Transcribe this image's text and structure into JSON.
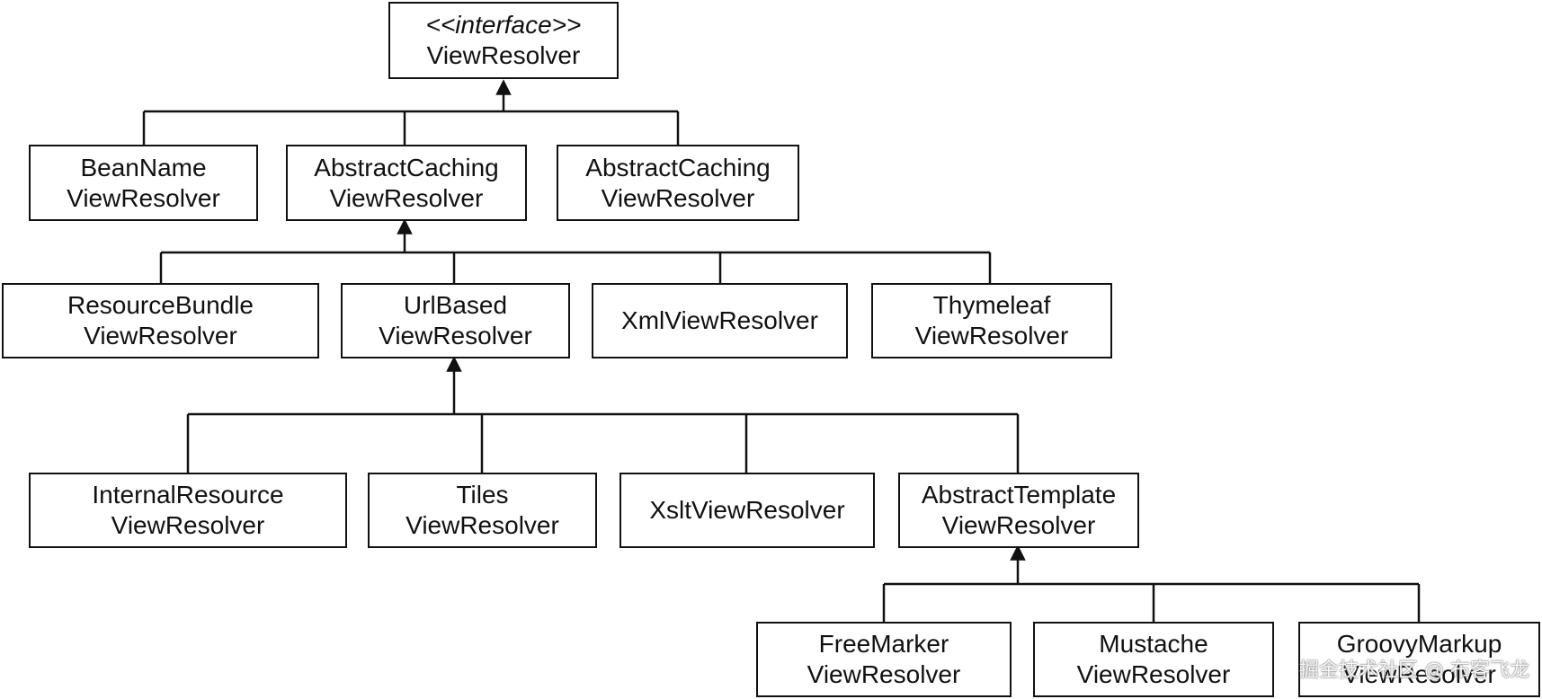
{
  "diagram": {
    "root": {
      "stereotype": "<<interface>>",
      "name": "ViewResolver"
    },
    "level2": {
      "bean_name": [
        "BeanName",
        "ViewResolver"
      ],
      "abstract_caching_1": [
        "AbstractCaching",
        "ViewResolver"
      ],
      "abstract_caching_2": [
        "AbstractCaching",
        "ViewResolver"
      ]
    },
    "level3": {
      "resource_bundle": [
        "ResourceBundle",
        "ViewResolver"
      ],
      "url_based": [
        "UrlBased",
        "ViewResolver"
      ],
      "xml": [
        "XmlViewResolver"
      ],
      "thymeleaf": [
        "Thymeleaf",
        "ViewResolver"
      ]
    },
    "level4": {
      "internal_resource": [
        "InternalResource",
        "ViewResolver"
      ],
      "tiles": [
        "Tiles",
        "ViewResolver"
      ],
      "xslt": [
        "XsltViewResolver"
      ],
      "abstract_template": [
        "AbstractTemplate",
        "ViewResolver"
      ]
    },
    "level5": {
      "freemarker": [
        "FreeMarker",
        "ViewResolver"
      ],
      "mustache": [
        "Mustache",
        "ViewResolver"
      ],
      "groovy_markup": [
        "GroovyMarkup",
        "ViewResolver"
      ]
    }
  },
  "watermark": "掘金技术社区 @ 布客飞龙",
  "colors": {
    "line": "#111111",
    "box_border": "#111111",
    "background": "#ffffff"
  }
}
